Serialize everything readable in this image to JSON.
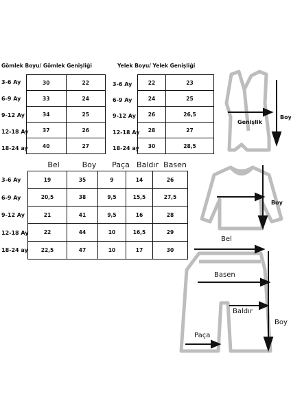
{
  "shirt_table": {
    "title": "Gömlek Boyu/ Gömlek Genişliği",
    "rows": [
      {
        "age": "3-6 Ay",
        "values": [
          "30",
          "22"
        ]
      },
      {
        "age": "6-9 Ay",
        "values": [
          "33",
          "24"
        ]
      },
      {
        "age": "9-12 Ay",
        "values": [
          "34",
          "25"
        ]
      },
      {
        "age": "12-18 Ay",
        "values": [
          "37",
          "26"
        ]
      },
      {
        "age": "18-24 ay",
        "values": [
          "40",
          "27"
        ]
      }
    ]
  },
  "vest_table": {
    "title": "Yelek Boyu/ Yelek Genişliği",
    "rows": [
      {
        "age": "3-6 Ay",
        "values": [
          "22",
          "23"
        ]
      },
      {
        "age": "6-9 Ay",
        "values": [
          "24",
          "25"
        ]
      },
      {
        "age": "9-12 Ay",
        "values": [
          "26",
          "26,5"
        ]
      },
      {
        "age": "12-18 Ay",
        "values": [
          "28",
          "27"
        ]
      },
      {
        "age": "18-24 ay",
        "values": [
          "30",
          "28,5"
        ]
      }
    ]
  },
  "pants_table": {
    "headers": [
      "Bel",
      "Boy",
      "Paça",
      "Baldır",
      "Basen"
    ],
    "rows": [
      {
        "age": "3-6 Ay",
        "values": [
          "19",
          "35",
          "9",
          "14",
          "26"
        ]
      },
      {
        "age": "6-9 Ay",
        "values": [
          "20,5",
          "38",
          "9,5",
          "15,5",
          "27,5"
        ]
      },
      {
        "age": "9-12 Ay",
        "values": [
          "21",
          "41",
          "9,5",
          "16",
          "28"
        ]
      },
      {
        "age": "12-18 Ay",
        "values": [
          "22",
          "44",
          "10",
          "16,5",
          "29"
        ]
      },
      {
        "age": "18-24 ay",
        "values": [
          "22,5",
          "47",
          "10",
          "17",
          "30"
        ]
      }
    ]
  },
  "vest_figure": {
    "width_label": "Genişlik",
    "length_label": "Boy"
  },
  "shirt_figure": {
    "length_label": "Boy"
  },
  "pants_figure": {
    "waist_label": "Bel",
    "hip_label": "Basen",
    "calf_label": "Baldır",
    "hem_label": "Paça",
    "length_label": "Boy"
  }
}
